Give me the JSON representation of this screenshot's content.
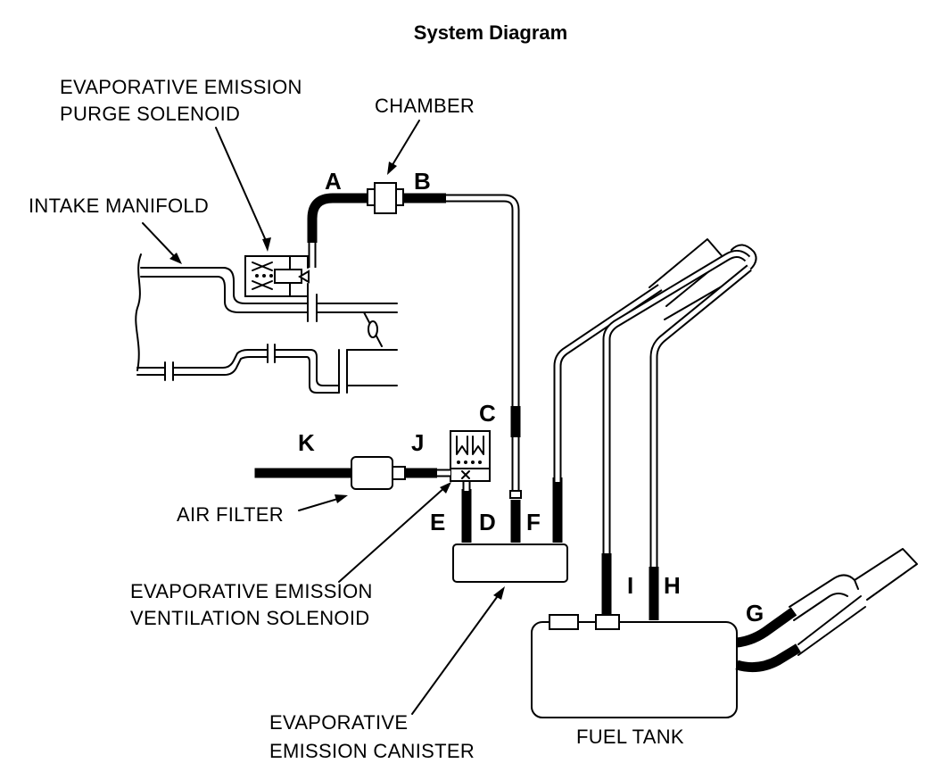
{
  "title": "System Diagram",
  "labels": {
    "purge_solenoid_1": "EVAPORATIVE EMISSION",
    "purge_solenoid_2": "PURGE SOLENOID",
    "chamber": "CHAMBER",
    "intake_manifold": "INTAKE MANIFOLD",
    "air_filter": "AIR FILTER",
    "vent_solenoid_1": "EVAPORATIVE EMISSION",
    "vent_solenoid_2": "VENTILATION SOLENOID",
    "canister_1": "EVAPORATIVE",
    "canister_2": "EMISSION CANISTER",
    "fuel_tank": "FUEL TANK"
  },
  "hose_letters": {
    "a": "A",
    "b": "B",
    "c": "C",
    "d": "D",
    "e": "E",
    "f": "F",
    "g": "G",
    "h": "H",
    "i": "I",
    "j": "J",
    "k": "K"
  }
}
